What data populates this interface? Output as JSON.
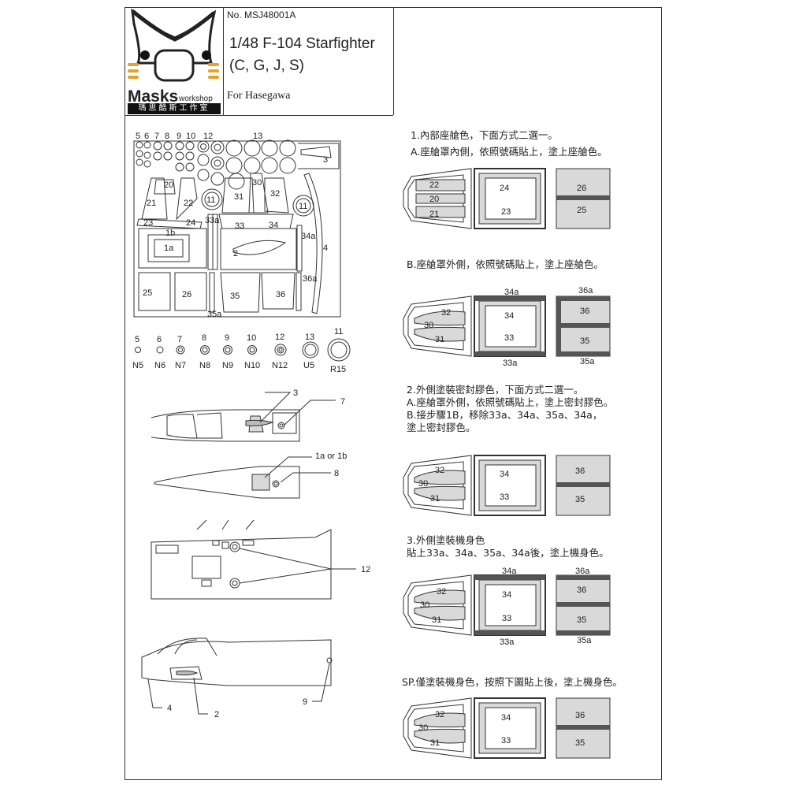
{
  "header": {
    "product_no": "No. MSJ48001A",
    "title_line1": "1/48  F-104 Starfighter",
    "title_line2": "(C, G, J, S)",
    "for_kit": "For Hasegawa",
    "brand_name": "Masks",
    "brand_sub": "workshop",
    "brand_cn": "瑪思酷斯工作室"
  },
  "sheet_labels": {
    "top_numbers": [
      "5",
      "6",
      "7",
      "8",
      "9",
      "10",
      "12",
      "13"
    ],
    "parts": [
      "3",
      "20",
      "30",
      "32",
      "21",
      "22",
      "11",
      "31",
      "11",
      "23",
      "24",
      "33a",
      "33",
      "34",
      "34a",
      "1b",
      "1a",
      "2",
      "4",
      "36a",
      "25",
      "26",
      "35",
      "36",
      "35a"
    ]
  },
  "circles_legend": [
    {
      "num": "5",
      "code": "N5"
    },
    {
      "num": "6",
      "code": "N6"
    },
    {
      "num": "7",
      "code": "N7"
    },
    {
      "num": "8",
      "code": "N8"
    },
    {
      "num": "9",
      "code": "N9"
    },
    {
      "num": "10",
      "code": "N10"
    },
    {
      "num": "12",
      "code": "N12"
    },
    {
      "num": "13",
      "code": "U5"
    },
    {
      "num": "11",
      "code": "R15"
    }
  ],
  "callouts": {
    "c3": "3",
    "c7": "7",
    "c1a1b": "1a or 1b",
    "c8": "8",
    "c12": "12",
    "c4": "4",
    "c2": "2",
    "c9": "9"
  },
  "instructions": {
    "s1_title": "1.內部座艙色，下面方式二選一。",
    "s1_a": "A.座艙罩內側，依照號碼貼上，塗上座艙色。",
    "s1_b": "B.座艙罩外側，依照號碼貼上，塗上座艙色。",
    "s2_title": "2.外側塗裝密封膠色，下面方式二選一。",
    "s2_a": "A.座艙罩外側，依照號碼貼上，塗上密封膠色。",
    "s2_b1": "B.接步驟1B，移除33a、34a、35a、34a，",
    "s2_b2": "塗上密封膠色。",
    "s3_title": "3.外側塗裝機身色",
    "s3_body": "貼上33a、34a、35a、34a後，塗上機身色。",
    "sp": "SP.僅塗裝機身色，按照下圖貼上後，塗上機身色。"
  },
  "canopy_labels": {
    "d1": {
      "front": [
        "22",
        "20",
        "21"
      ],
      "mid": [
        "24",
        "23"
      ],
      "rear": [
        "26",
        "25"
      ]
    },
    "d2": {
      "front": [
        "32",
        "30",
        "31"
      ],
      "mid": [
        "34a",
        "34",
        "33",
        "33a"
      ],
      "rear": [
        "36a",
        "36",
        "35",
        "35a"
      ]
    },
    "d3": {
      "front": [
        "32",
        "30",
        "31"
      ],
      "mid": [
        "34",
        "33"
      ],
      "rear": [
        "36",
        "35"
      ]
    },
    "d4": {
      "front": [
        "32",
        "30",
        "31"
      ],
      "mid": [
        "34a",
        "34",
        "33",
        "33a"
      ],
      "rear": [
        "36a",
        "36",
        "35",
        "35a"
      ]
    },
    "d5": {
      "front": [
        "32",
        "30",
        "31"
      ],
      "mid": [
        "34",
        "33"
      ],
      "rear": [
        "36",
        "35"
      ]
    }
  },
  "colors": {
    "mask_grey": "#d9d9d9",
    "frame_dark": "#555555",
    "line": "#333333"
  }
}
